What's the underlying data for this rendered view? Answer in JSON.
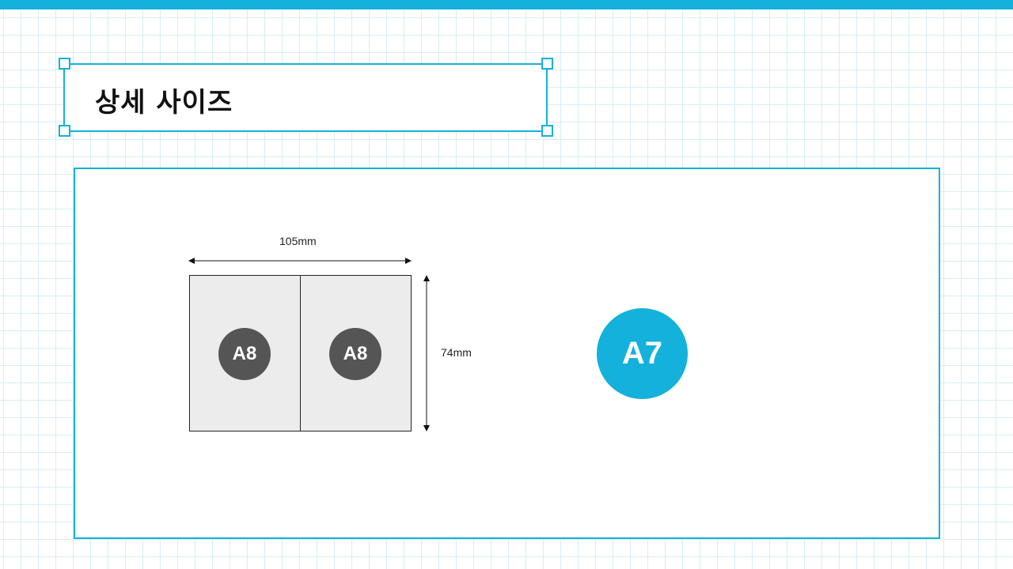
{
  "title": "상세 사이즈",
  "diagram": {
    "width_label": "105mm",
    "height_label": "74mm",
    "left_sheet_label": "A8",
    "right_sheet_label": "A8",
    "result_label": "A7"
  },
  "colors": {
    "accent": "#13b1dc",
    "grid": "#d6eef5",
    "sheet_fill": "#ececec",
    "badge_gray": "#555555"
  }
}
